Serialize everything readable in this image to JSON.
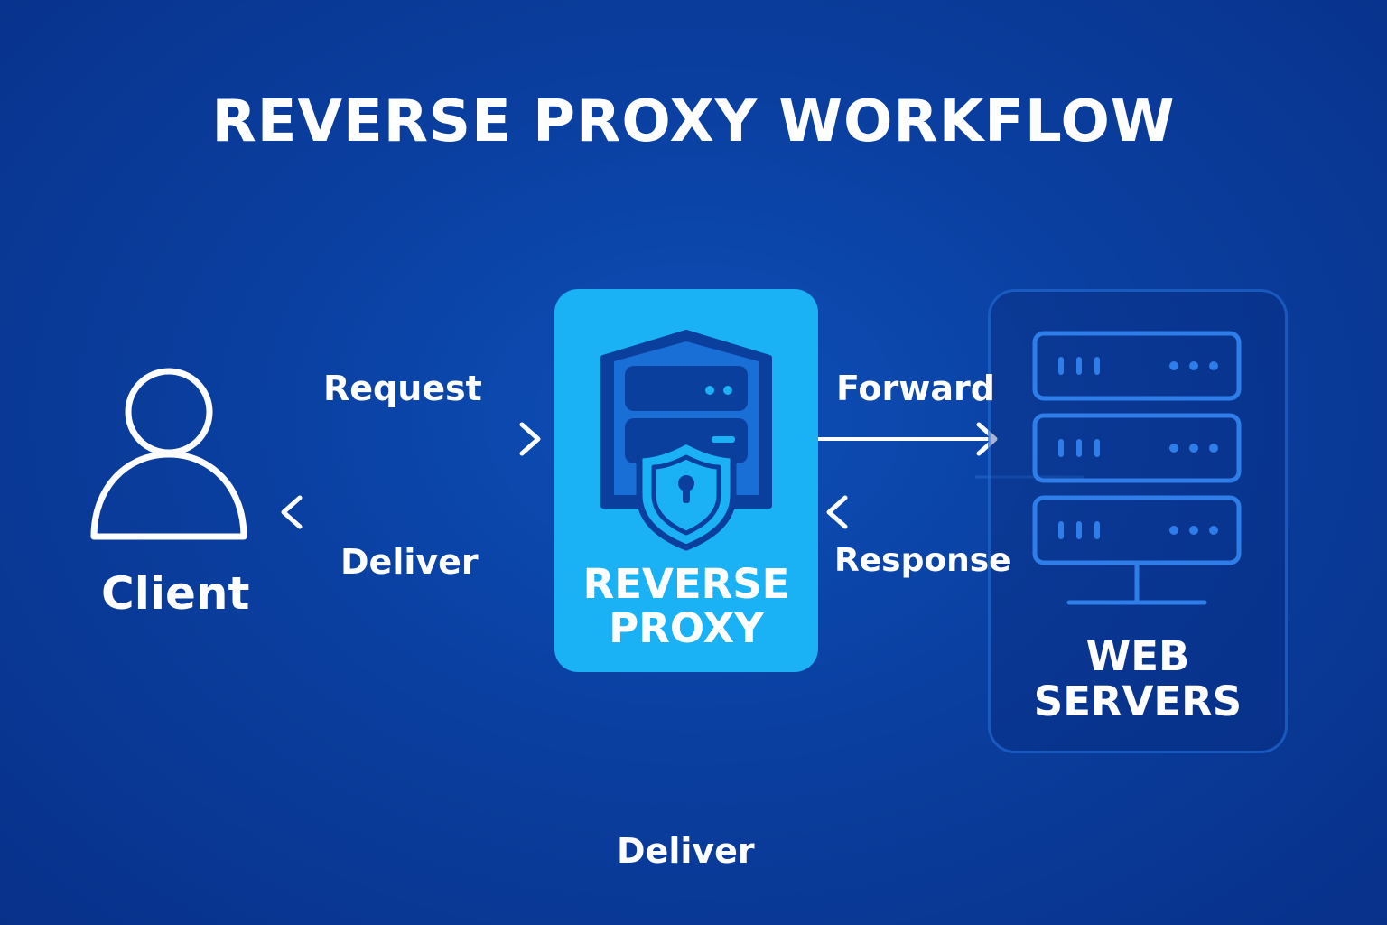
{
  "title": "REVERSE PROXY WORKFLOW",
  "client": {
    "label": "Client",
    "icon": "user-icon"
  },
  "proxy": {
    "label_line1": "REVERSE",
    "label_line2": "PROXY",
    "icon": "proxy-shield-server-icon"
  },
  "servers": {
    "label_line1": "WEB",
    "label_line2": "SERVERS",
    "icon": "server-rack-icon"
  },
  "arrows": {
    "request": "Request",
    "deliver": "Deliver",
    "forward": "Forward",
    "response": "Response",
    "bottom_deliver": "Deliver"
  },
  "colors": {
    "background": "#0a3fa0",
    "proxy_fill": "#1ab2f5",
    "icon_dark": "#0b3f9e",
    "server_line": "#2f7de8"
  }
}
